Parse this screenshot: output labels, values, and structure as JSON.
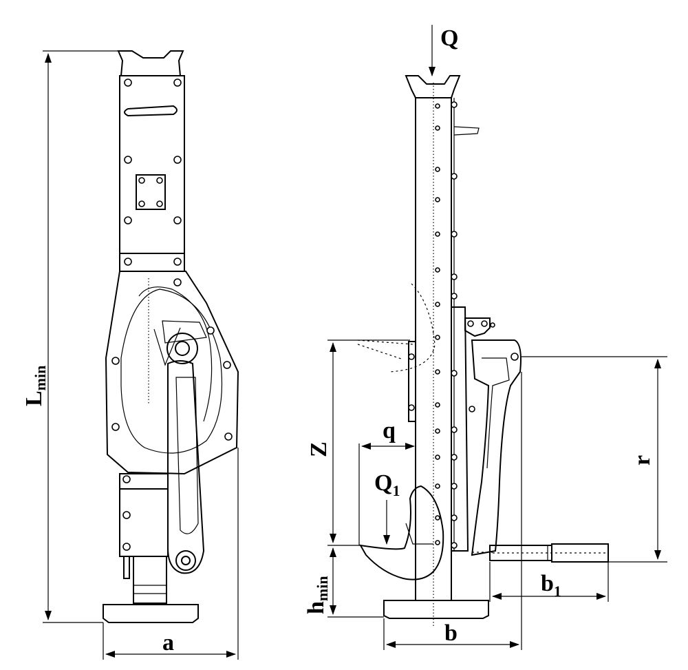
{
  "labels": {
    "load": "Q",
    "hook_load": "Q",
    "hook_load_sub": "1",
    "lift_height": "Z",
    "hook_offset": "q",
    "lever_radius": "r",
    "crank_length": "b",
    "crank_length_sub": "1",
    "base_depth": "b",
    "base_width": "a",
    "min_length": "L",
    "min_length_sub": "min",
    "min_hook_height": "h",
    "min_hook_height_sub": "min"
  }
}
